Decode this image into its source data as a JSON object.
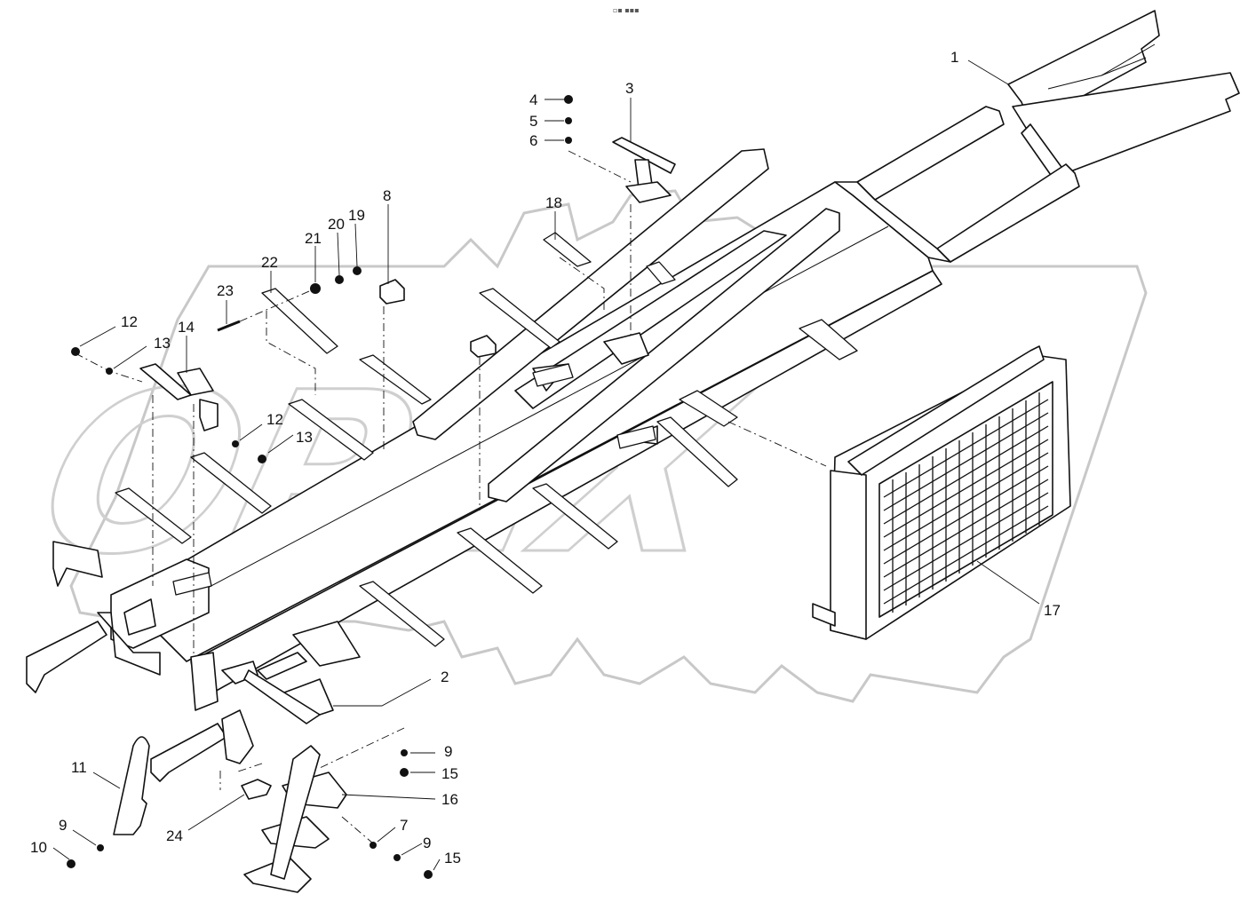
{
  "header": {
    "note": "▫▪ ▪▪▪"
  },
  "watermark": {
    "text": "OPEX"
  },
  "callouts": [
    {
      "id": "1",
      "label": "1"
    },
    {
      "id": "2",
      "label": "2"
    },
    {
      "id": "3",
      "label": "3"
    },
    {
      "id": "4",
      "label": "4"
    },
    {
      "id": "5",
      "label": "5"
    },
    {
      "id": "6",
      "label": "6"
    },
    {
      "id": "7",
      "label": "7"
    },
    {
      "id": "8",
      "label": "8"
    },
    {
      "id": "9a",
      "label": "9"
    },
    {
      "id": "9b",
      "label": "9"
    },
    {
      "id": "9c",
      "label": "9"
    },
    {
      "id": "10",
      "label": "10"
    },
    {
      "id": "11",
      "label": "11"
    },
    {
      "id": "12a",
      "label": "12"
    },
    {
      "id": "12b",
      "label": "12"
    },
    {
      "id": "13a",
      "label": "13"
    },
    {
      "id": "13b",
      "label": "13"
    },
    {
      "id": "14",
      "label": "14"
    },
    {
      "id": "15a",
      "label": "15"
    },
    {
      "id": "15b",
      "label": "15"
    },
    {
      "id": "16",
      "label": "16"
    },
    {
      "id": "17",
      "label": "17"
    },
    {
      "id": "18",
      "label": "18"
    },
    {
      "id": "19",
      "label": "19"
    },
    {
      "id": "20",
      "label": "20"
    },
    {
      "id": "21",
      "label": "21"
    },
    {
      "id": "22",
      "label": "22"
    },
    {
      "id": "23",
      "label": "23"
    },
    {
      "id": "24",
      "label": "24"
    }
  ]
}
